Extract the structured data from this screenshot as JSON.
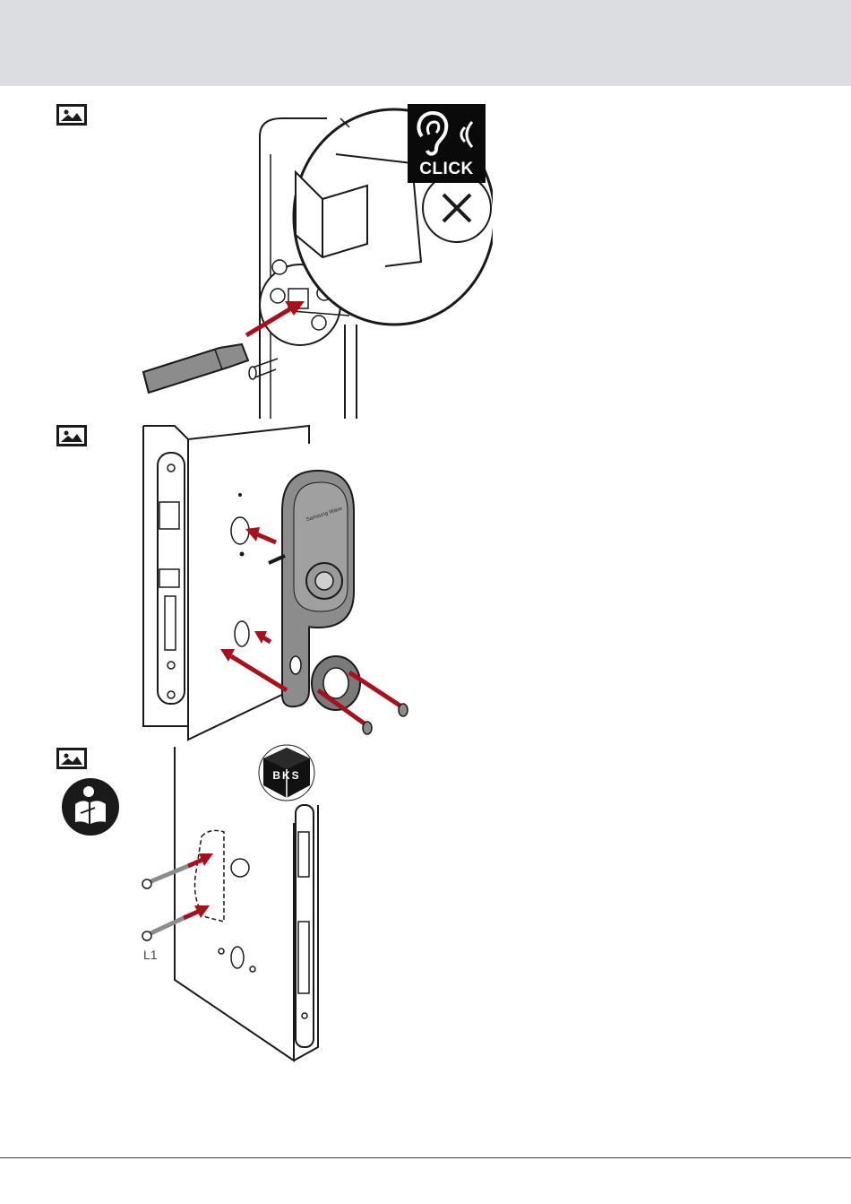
{
  "figures": [
    {
      "click_label": "CLICK",
      "icons": [
        "image-placeholder-icon",
        "ear-icon",
        "sound-wave-icon"
      ]
    },
    {
      "brand_label": "Samsung Wave",
      "icons": [
        "image-placeholder-icon"
      ]
    },
    {
      "bks_label": "BKS",
      "screw_label": "L1",
      "icons": [
        "image-placeholder-icon",
        "read-manual-icon",
        "bks-cube-icon"
      ]
    }
  ],
  "colors": {
    "header_band": "#dcdde1",
    "arrow_red": "#a8101c",
    "line_dark": "#1a1a1a",
    "metal_grey": "#8c8c8c",
    "footer_rule": "#3c3c3c"
  }
}
